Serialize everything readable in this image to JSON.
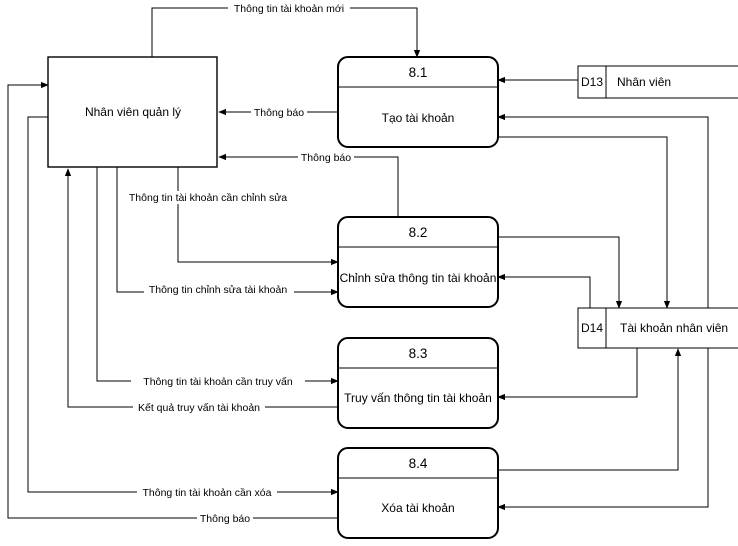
{
  "entity": {
    "name": "Nhân viên quản lý"
  },
  "processes": [
    {
      "id": "8.1",
      "name": "Tạo tài khoản"
    },
    {
      "id": "8.2",
      "name": "Chỉnh sửa thông tin tài khoản"
    },
    {
      "id": "8.3",
      "name": "Truy vấn thông tin tài khoản"
    },
    {
      "id": "8.4",
      "name": "Xóa tài khoản"
    }
  ],
  "stores": [
    {
      "id": "D13",
      "name": "Nhân viên"
    },
    {
      "id": "D14",
      "name": "Tài khoản nhân viên"
    }
  ],
  "flows": {
    "new_account_info": "Thông tin tài khoản mới",
    "notify_create": "Thông báo",
    "notify_edit": "Thông báo",
    "edit_target": "Thông tin tài khoản cần chỉnh sửa",
    "edit_info": "Thông tin chỉnh sửa tài khoản",
    "query_target": "Thông tin tài khoản cần truy vấn",
    "query_result": "Kết quả truy vấn tài khoản",
    "delete_target": "Thông tin tài khoản cần xóa",
    "notify_delete": "Thông báo"
  }
}
